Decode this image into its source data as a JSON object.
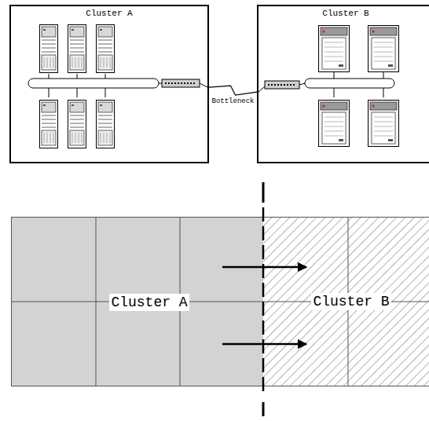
{
  "diagram": {
    "nodes": [
      {
        "text": [
          "Cluster A"
        ]
      },
      {
        "text": [
          "Cluster B"
        ]
      },
      {
        "text": [
          "Cluster A"
        ]
      },
      {
        "text": [
          "Cluster B"
        ]
      }
    ],
    "edges": [
      {
        "from": 0,
        "to": 1,
        "arrow": "none",
        "label": "Bottleneck"
      }
    ]
  }
}
